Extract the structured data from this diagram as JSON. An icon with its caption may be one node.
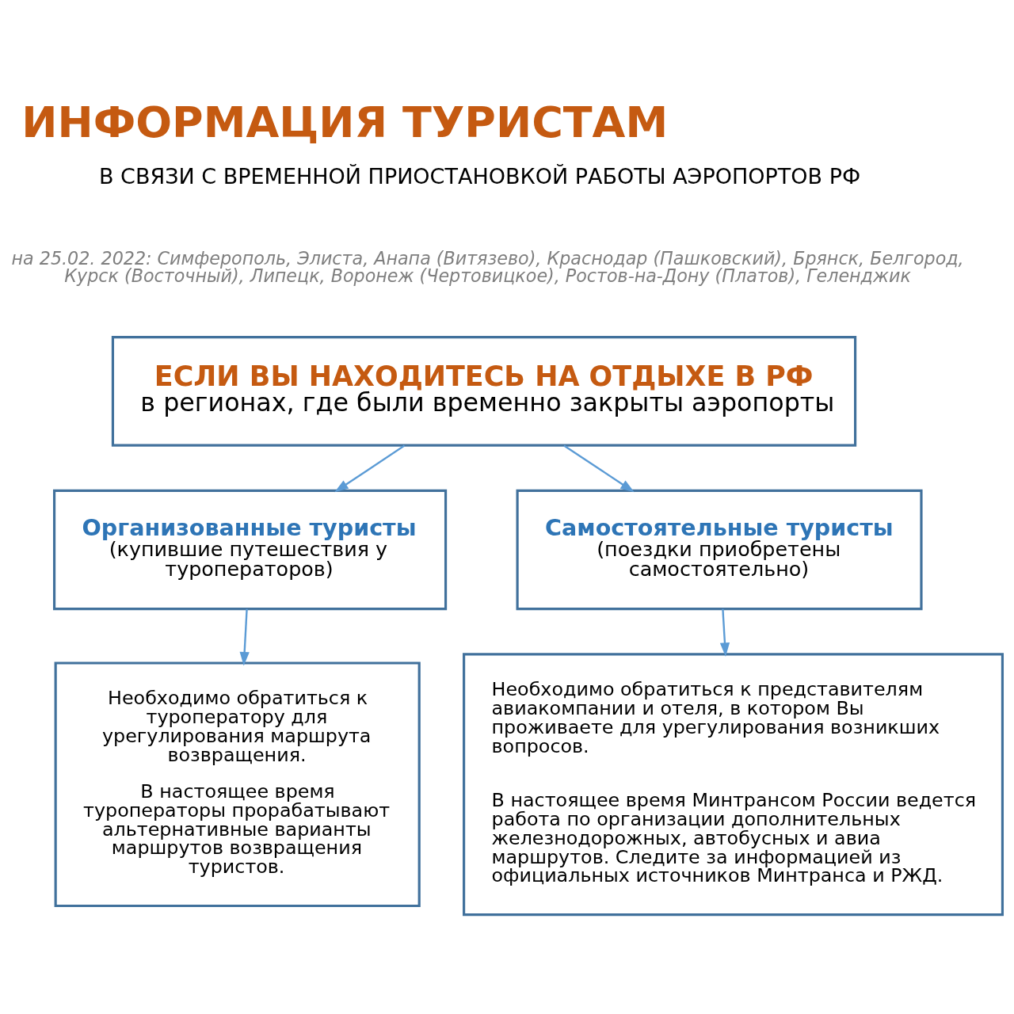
{
  "diagram": {
    "title": "ИНФОРМАЦИЯ ТУРИСТАМ",
    "nodes": [
      {
        "text": [
          "ЕСЛИ ВЫ НАХОДИТЕСЬ НА ОТДЫХЕ В РФ",
          "в регионах, где были временно закрыты аэропорты"
        ]
      },
      {
        "text": [
          "Организованные туристы",
          "(купившие путешествия у туроператоров)"
        ]
      },
      {
        "text": [
          "Самостоятельные туристы",
          "(поездки приобретены самостоятельно)"
        ]
      },
      {
        "text": [
          "Необходимо обратиться к туроператору для урегулирования маршрута возвращения.",
          "В настоящее время туроператоры прорабатывают альтернативные варианты маршрутов возвращения туристов."
        ]
      },
      {
        "text": [
          "Необходимо обратиться к представителям авиакомпании и отеля, в котором Вы проживаете для урегулирования возникших вопросов.",
          "В настоящее время Минтрансом России ведется работа по организации дополнительных железнодорожных, автобусных и авиа маршрутов. Следите за информацией из официальных источников Минтранса и РЖД."
        ]
      }
    ],
    "edges": [
      {
        "from": 0,
        "to": 1,
        "arrow": "to"
      },
      {
        "from": 0,
        "to": 2,
        "arrow": "to"
      },
      {
        "from": 1,
        "to": 3,
        "arrow": "to"
      },
      {
        "from": 2,
        "to": 4,
        "arrow": "to"
      }
    ],
    "labels": [
      "В СВЯЗИ С ВРЕМЕННОЙ ПРИОСТАНОВКОЙ РАБОТЫ АЭРОПОРТОВ РФ",
      "на 25.02. 2022: Симферополь, Элиста, Анапа (Витязево), Краснодар (Пашковский), Брянск, Белгород, Курск (Восточный), Липецк, Воронеж (Чертовицкое), Ростов-на-Дону (Платов), Геленджик"
    ]
  }
}
